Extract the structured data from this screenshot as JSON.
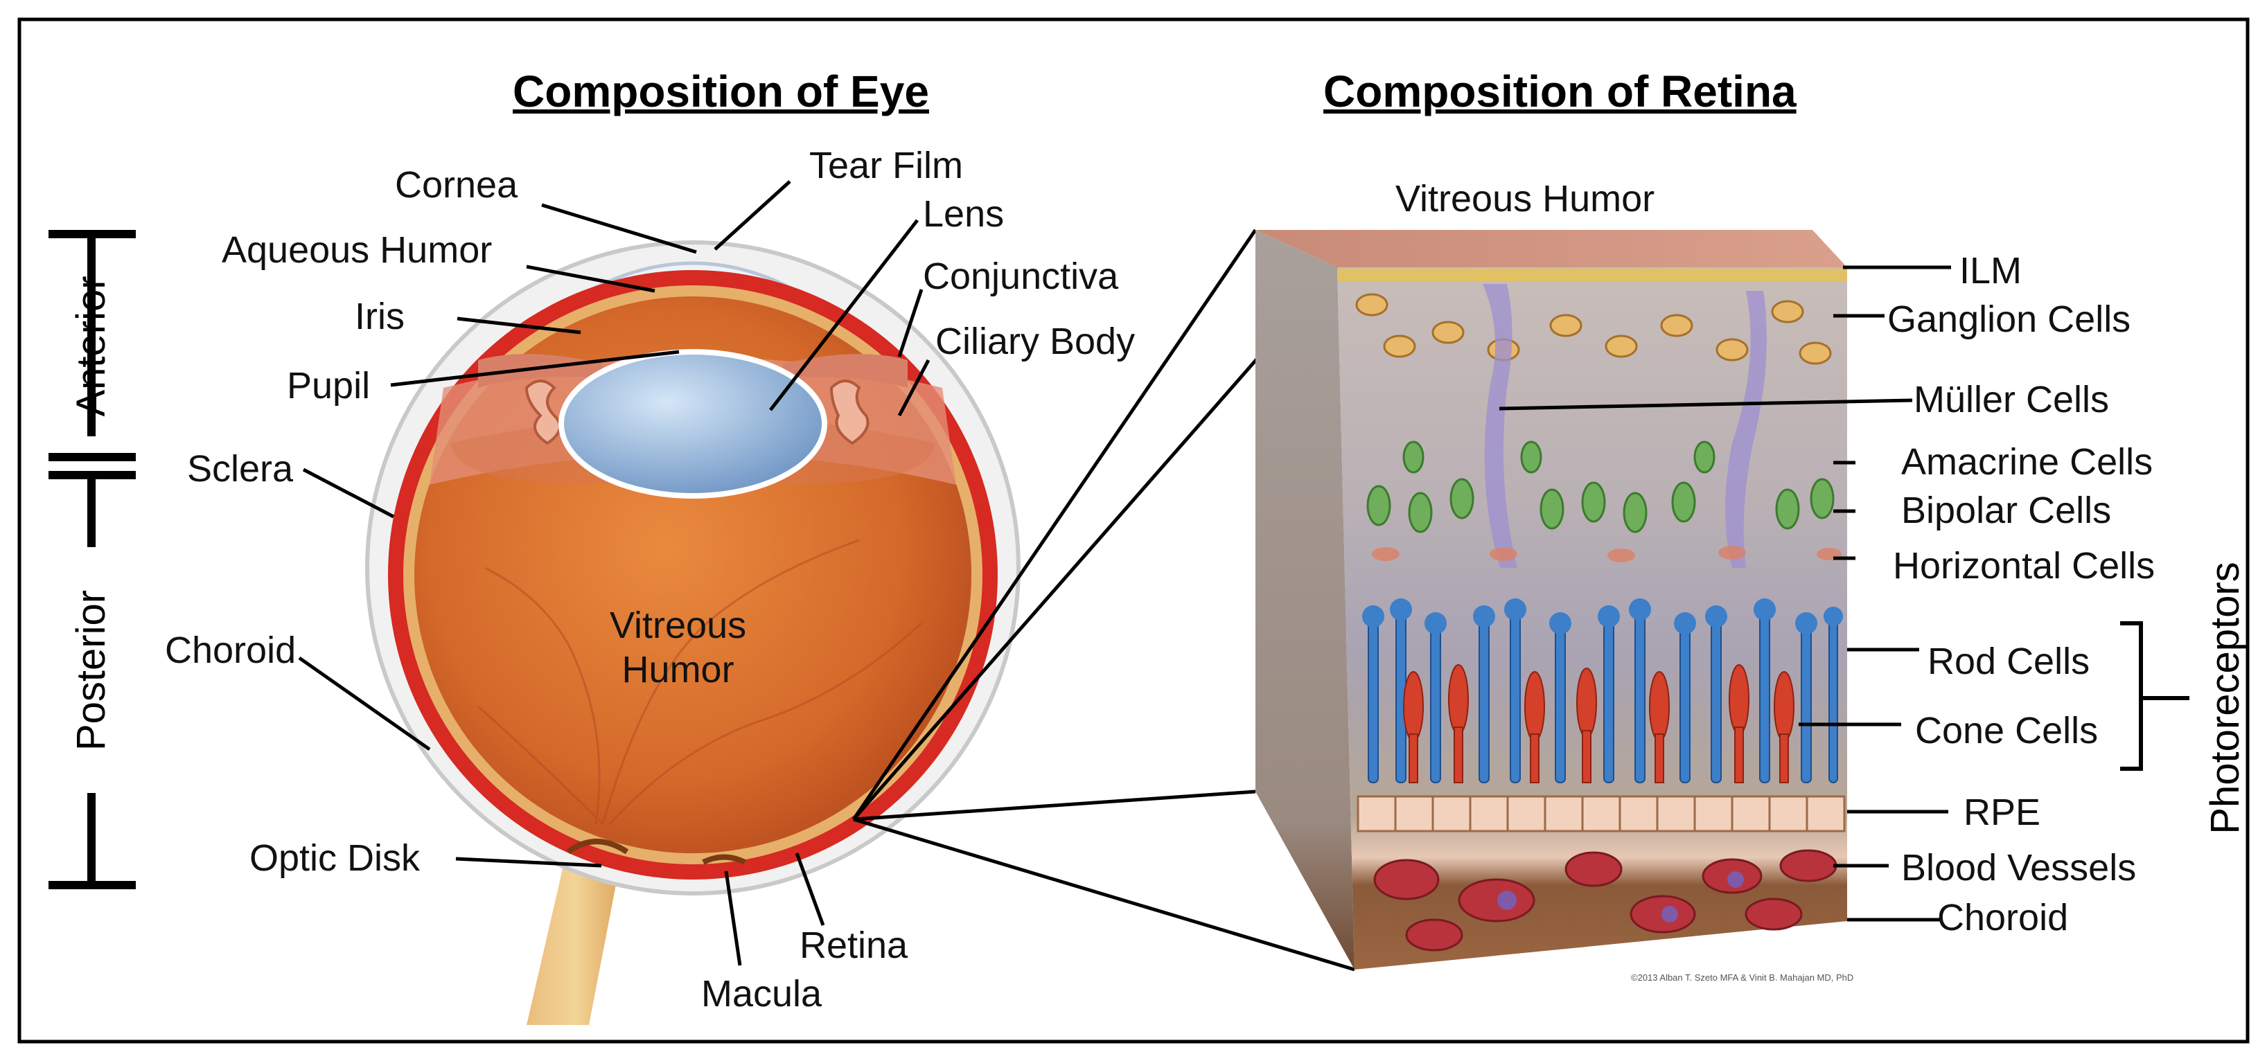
{
  "titles": {
    "eye": "Composition of Eye",
    "retina": "Composition of Retina"
  },
  "axis": {
    "anterior": "Anterior",
    "posterior": "Posterior"
  },
  "eye_labels": {
    "tear_film": "Tear Film",
    "cornea": "Cornea",
    "lens": "Lens",
    "aqueous_humor": "Aqueous Humor",
    "conjunctiva": "Conjunctiva",
    "iris": "Iris",
    "ciliary_body": "Ciliary Body",
    "pupil": "Pupil",
    "sclera": "Sclera",
    "vitreous_humor": "Vitreous\nHumor",
    "choroid": "Choroid",
    "optic_disk": "Optic Disk",
    "retina": "Retina",
    "macula": "Macula"
  },
  "retina_labels": {
    "vitreous_humor": "Vitreous Humor",
    "ilm": "ILM",
    "ganglion": "Ganglion Cells",
    "muller": "Müller Cells",
    "amacrine": "Amacrine Cells",
    "bipolar": "Bipolar Cells",
    "horizontal": "Horizontal Cells",
    "rod": "Rod Cells",
    "cone": "Cone Cells",
    "photoreceptors": "Photoreceptors",
    "rpe": "RPE",
    "blood_vessels": "Blood Vessels",
    "choroid": "Choroid"
  },
  "copyright": "©2013 Alban T. Szeto MFA & Vinit B. Mahajan MD, PhD",
  "colors": {
    "cornea": "#4f86cf",
    "sclera_red": "#d62a22",
    "vitreous": "#d86a2c",
    "lens": "#8fb3d9",
    "rod": "#3d7fc9",
    "cone": "#d4402a",
    "ganglion": "#e8b96b",
    "bipolar": "#6fae5a",
    "muller": "#9d8fd0"
  }
}
